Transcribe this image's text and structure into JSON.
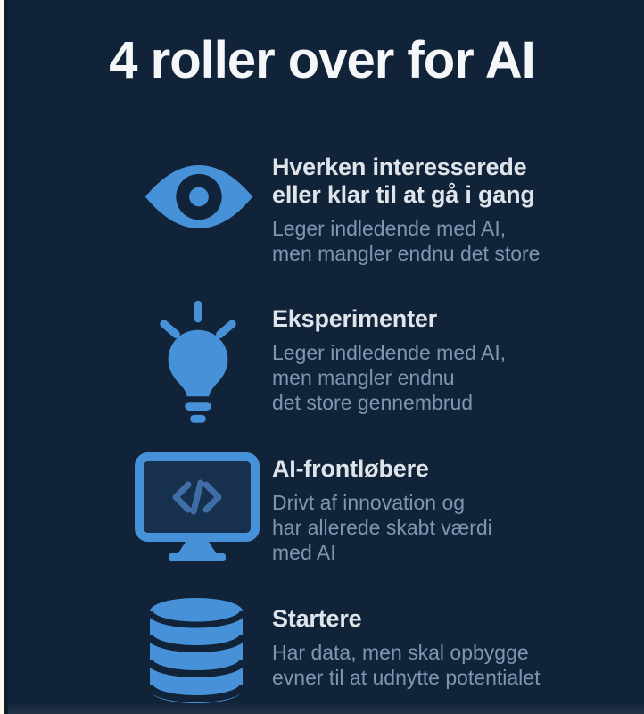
{
  "title": "4 roller over for AI",
  "sections": [
    {
      "icon": "eye-icon",
      "heading": "Hverken interesserede\neller klar til at gå i gang",
      "description": "Leger indledende med AI,\nmen mangler endnu det store"
    },
    {
      "icon": "lightbulb-icon",
      "heading": "Eksperimenter",
      "description": "Leger indledende med AI,\nmen mangler endnu\ndet store gennembrud"
    },
    {
      "icon": "code-monitor-icon",
      "heading": "AI-frontløbere",
      "description": "Drivt af innovation og\nhar allerede skabt værdi\nmed AI"
    },
    {
      "icon": "database-icon",
      "heading": "Startere",
      "description": "Har data, men skal opbygge\nevner til at udnytte potentialet"
    }
  ],
  "colors": {
    "background": "#112338",
    "icon-blue": "#4791d8",
    "heading-text": "#dfe4ea",
    "body-text": "#7e96b2",
    "screen-fill": "#16304d",
    "code-glyph": "#3f6ea6",
    "page-edge": "#fbf8ec",
    "title-text": "#f4f6f8"
  }
}
